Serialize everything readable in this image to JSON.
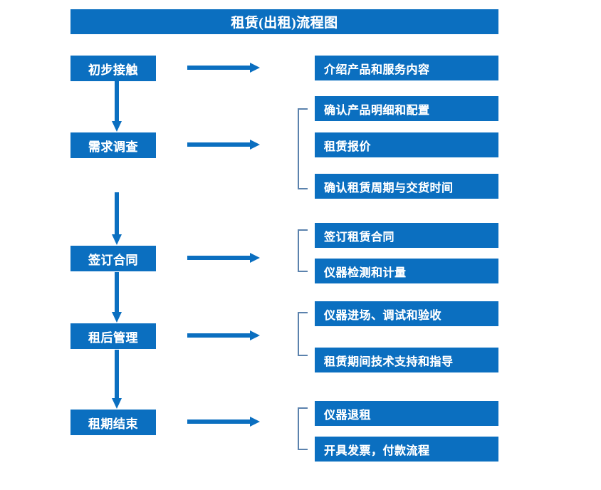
{
  "title": "租赁(出租)流程图",
  "colors": {
    "box_fill": "#0b6fc0",
    "box_text": "#ffffff",
    "arrow": "#0b6fc0",
    "bracket": "#5b82ad",
    "background": "#ffffff"
  },
  "stages": [
    {
      "id": "initial-contact",
      "label": "初步接触"
    },
    {
      "id": "demand-survey",
      "label": "需求调查"
    },
    {
      "id": "sign-contract",
      "label": "签订合同"
    },
    {
      "id": "post-rental-management",
      "label": "租后管理"
    },
    {
      "id": "rental-end",
      "label": "租期结束"
    }
  ],
  "details": [
    {
      "id": "introduce-products",
      "label": "介绍产品和服务内容"
    },
    {
      "id": "confirm-product-details",
      "label": "确认产品明细和配置"
    },
    {
      "id": "rental-quotation",
      "label": "租赁报价"
    },
    {
      "id": "confirm-period-delivery",
      "label": "确认租赁周期与交货时间"
    },
    {
      "id": "sign-rental-contract",
      "label": "签订租赁合同"
    },
    {
      "id": "instrument-inspection",
      "label": "仪器检测和计量"
    },
    {
      "id": "instrument-entry-debug",
      "label": "仪器进场、调试和验收"
    },
    {
      "id": "technical-support",
      "label": "租赁期间技术支持和指导"
    },
    {
      "id": "instrument-return",
      "label": "仪器退租"
    },
    {
      "id": "invoice-payment",
      "label": "开具发票，付款流程"
    }
  ],
  "connectors": {
    "horizontal_arrow_icon": "arrow-right-icon",
    "vertical_arrow_icon": "arrow-down-icon",
    "bracket_icon": "group-bracket-icon"
  }
}
